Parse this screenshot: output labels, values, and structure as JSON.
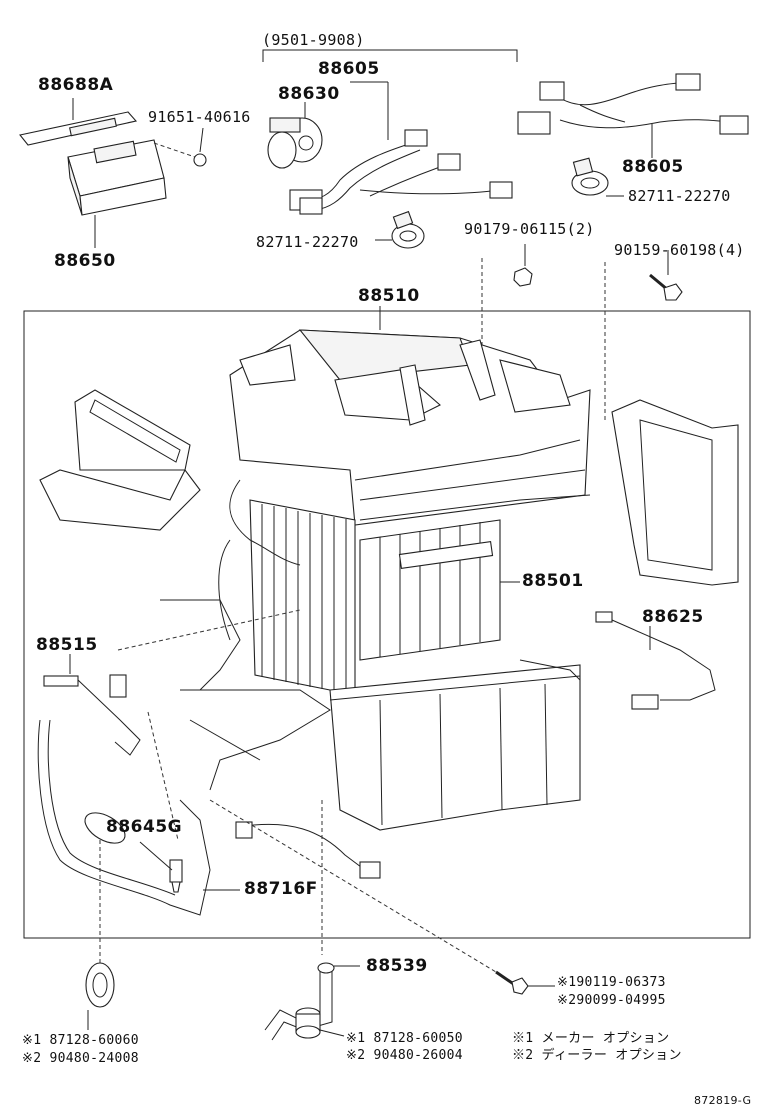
{
  "header": {
    "date_range": "(9501-9908)"
  },
  "callouts": {
    "p88688a": "88688A",
    "p91651": "91651-40616",
    "p88650": "88650",
    "p88605_top": "88605",
    "p88630": "88630",
    "p82711_left": "82711-22270",
    "p88605_right": "88605",
    "p82711_right": "82711-22270",
    "p90179": "90179-06115(2)",
    "p90159": "90159-60198(4)",
    "p88510": "88510",
    "p88501": "88501",
    "p88625": "88625",
    "p88515": "88515",
    "p88645g": "88645G",
    "p88716f": "88716F",
    "p88539": "88539"
  },
  "footnotes": {
    "bolt_line1": "※190119-06373",
    "bolt_line2": "※290099-04995",
    "grommet_left_line1": "※1 87128-60060",
    "grommet_left_line2": "※2 90480-24008",
    "grommet_mid_line1": "※1  87128-60050",
    "grommet_mid_line2": "※2  90480-26004",
    "legend_line1": "※1  メーカー オプション",
    "legend_line2": "※2  ディーラー オプション"
  },
  "footer": {
    "figure_code": "872819-G"
  },
  "colors": {
    "line": "#222222",
    "background": "#ffffff"
  }
}
